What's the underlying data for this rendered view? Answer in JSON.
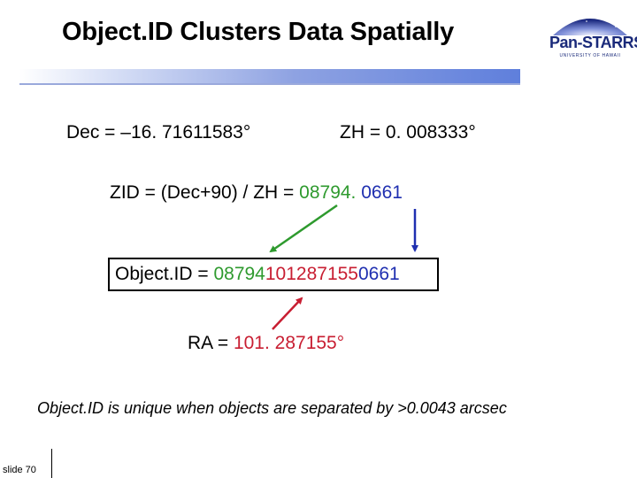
{
  "slide": {
    "title": "Object.ID Clusters Data Spatially",
    "logo_text": "Pan-STARRS",
    "logo_sub": "UNIVERSITY OF HAWAII",
    "dec_line": "Dec = –16. 71611583°",
    "zh_line": "ZH = 0. 008333°",
    "zid": {
      "prefix": "ZID = (Dec+90) / ZH = ",
      "green_part": "08794.",
      "blue_part": " 0661"
    },
    "object_id": {
      "prefix": "Object.ID = ",
      "green_part": "08794",
      "red_part": "101287155",
      "blue_part": "0661"
    },
    "ra": {
      "prefix": "RA = ",
      "red_part": "101. 287155°"
    },
    "note": "Object.ID is unique when objects are separated by >0.0043 arcsec",
    "slide_number": "slide 70"
  },
  "colors": {
    "green": "#2e9a2e",
    "blue": "#1f2fb0",
    "red": "#c81e32",
    "title_bar": "#5f7fdc"
  }
}
